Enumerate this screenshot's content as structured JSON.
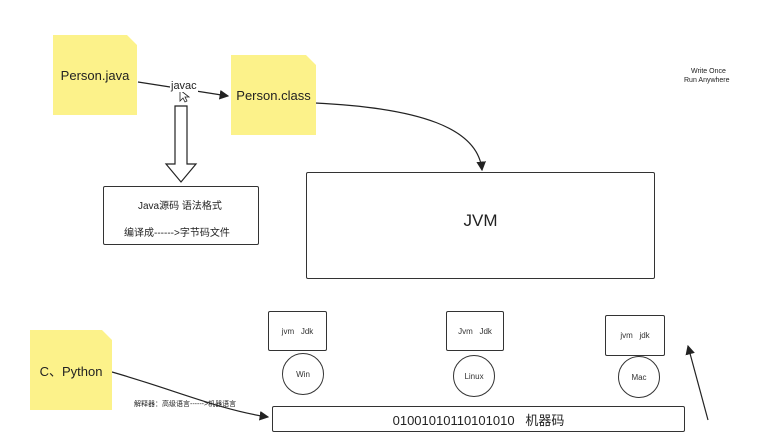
{
  "notes": {
    "person_java": "Person.java",
    "person_class": "Person.class",
    "c_python": "C、Python"
  },
  "arrow_labels": {
    "javac": "javac",
    "interpreter": "解释器：高级语言------>机器语言"
  },
  "source_box": {
    "line1": "Java源码 语法格式",
    "line2": "编译成------>字节码文件"
  },
  "jvm": {
    "label": "JVM"
  },
  "platforms": [
    {
      "jvm_jdk": "jvm   Jdk",
      "os": "Win"
    },
    {
      "jvm_jdk": "Jvm   Jdk",
      "os": "Linux"
    },
    {
      "jvm_jdk": "jvm   jdk",
      "os": "Mac"
    }
  ],
  "machine_code": {
    "label": "01001010110101010   机器码"
  },
  "slogan": {
    "line1": "Write Once",
    "line2": "Run Anywhere"
  }
}
